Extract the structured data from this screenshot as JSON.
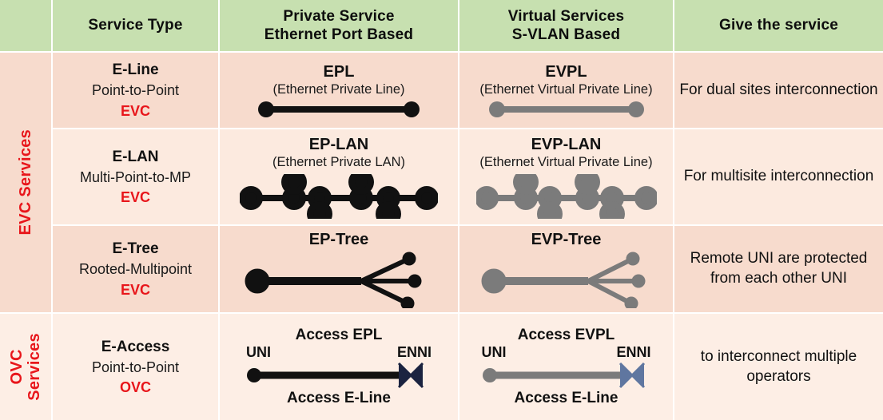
{
  "header": {
    "corner": "",
    "columns": [
      {
        "label": "Service Type"
      },
      {
        "line1": "Private  Service",
        "line2": "Ethernet Port Based"
      },
      {
        "line1": "Virtual Services",
        "line2": "S-VLAN Based"
      },
      {
        "label": "Give the service"
      }
    ]
  },
  "groups": [
    {
      "label": "EVC Services",
      "color": "#e8161b"
    },
    {
      "label": "OVC Services",
      "color": "#e8161b"
    }
  ],
  "rows": [
    {
      "service": {
        "name": "E-Line",
        "sub": "Point-to-Point",
        "tag": "EVC"
      },
      "private": {
        "title": "EPL",
        "sub": "(Ethernet  Private Line)",
        "diagram": "point-to-point"
      },
      "virtual": {
        "title": "EVPL",
        "sub": "(Ethernet  Virtual  Private  Line)",
        "diagram": "point-to-point"
      },
      "description": "For dual sites interconnection"
    },
    {
      "service": {
        "name": "E-LAN",
        "sub": "Multi-Point-to-MP",
        "tag": "EVC"
      },
      "private": {
        "title": "EP-LAN",
        "sub": "(Ethernet  Private LAN)",
        "diagram": "multipoint-bus"
      },
      "virtual": {
        "title": "EVP-LAN",
        "sub": "(Ethernet  Virtual  Private  Line)",
        "diagram": "multipoint-bus"
      },
      "description": "For multisite interconnection"
    },
    {
      "service": {
        "name": "E-Tree",
        "sub": "Rooted-Multipoint",
        "tag": "EVC"
      },
      "private": {
        "title": "EP-Tree",
        "sub": "",
        "diagram": "rooted-tree"
      },
      "virtual": {
        "title": "EVP-Tree",
        "sub": "",
        "diagram": "rooted-tree"
      },
      "description": "Remote UNI are protected from each other UNI"
    },
    {
      "service": {
        "name": "E-Access",
        "sub": "Point-to-Point",
        "tag": "OVC"
      },
      "private": {
        "title": "Access EPL",
        "footer": "Access E-Line",
        "left_label": "UNI",
        "right_label": "ENNI",
        "diagram": "uni-enni"
      },
      "virtual": {
        "title": "Access EVPL",
        "footer": "Access E-Line",
        "left_label": "UNI",
        "right_label": "ENNI",
        "diagram": "uni-enni"
      },
      "description": "to interconnect multiple operators"
    }
  ],
  "colors": {
    "header_green": "#c7e0b0",
    "evc_dark": "#f7dbcd",
    "evc_light": "#fceadf",
    "ovc_light": "#fdeee5",
    "accent_red": "#e8161b",
    "private_stroke": "#111111",
    "virtual_stroke": "#7b7b7b",
    "enni_private": "#1b2340",
    "enni_virtual": "#5f76a0"
  }
}
